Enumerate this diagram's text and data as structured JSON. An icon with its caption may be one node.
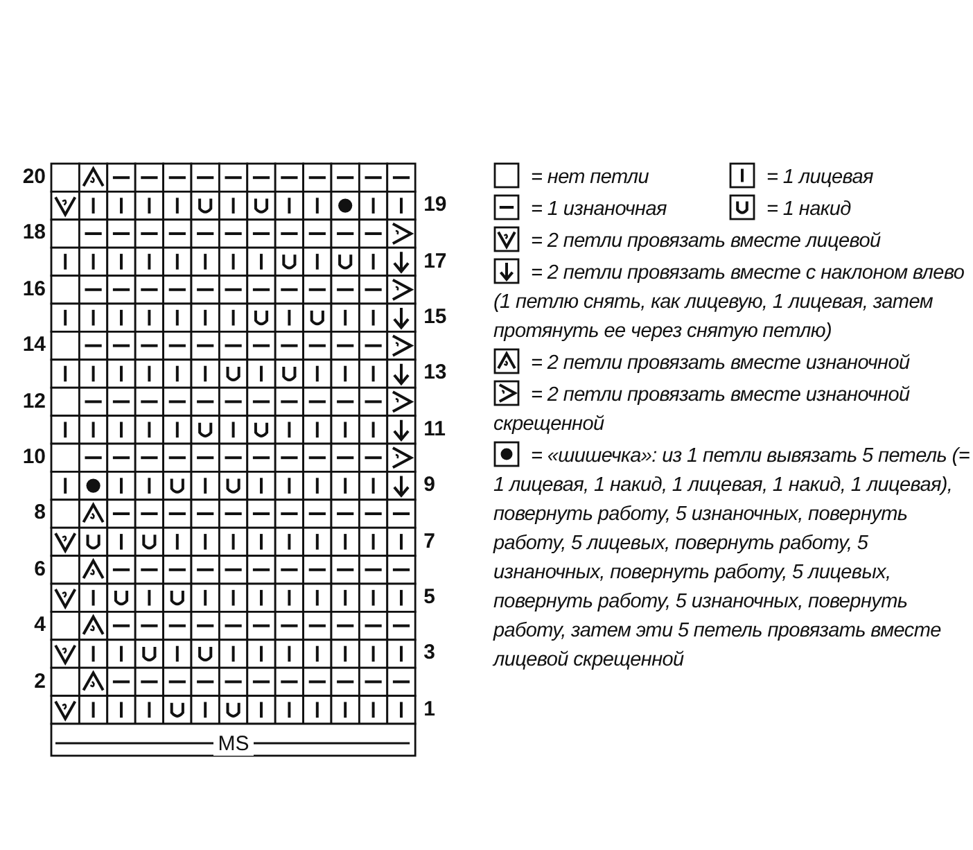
{
  "diagram": {
    "labels": [
      "20",
      "19",
      "18",
      "17",
      "16",
      "15",
      "14",
      "13",
      "12",
      "11",
      "10",
      "9",
      "8",
      "7",
      "6",
      "5",
      "4",
      "3",
      "2",
      "1",
      "MS"
    ],
    "legend": [
      {
        "text": "= нет петли"
      },
      {
        "text": "= 1 лицевая"
      },
      {
        "text": "= 1 изнаночная"
      },
      {
        "text": "= 1 накид"
      },
      {
        "text": "= 2 петли провязать вместе лицевой"
      },
      {
        "text": "= 2 петли провязать вместе с наклоном влево (1 петлю снять, как лицевую, 1 лицевая, затем протянуть ее через снятую петлю)"
      },
      {
        "text": "= 2 петли провязать вместе изнаночной"
      },
      {
        "text": "= 2 петли провязать вместе изнаночной скрещенной"
      },
      {
        "text": "= «шишечка»: из 1 петли вывязать 5 петель (= 1 лицевая, 1 накид, 1 лицевая, 1 накид, 1 лицевая), повернуть работу, 5 изнаночных, повернуть работу, 5 лицевых, повернуть работу, 5 изнаночных, повернуть работу, 5 лицевых, повернуть работу, 5 изнаночных, повернуть работу, затем эти 5 петель провязать вместе лицевой скрещенной"
      }
    ]
  }
}
